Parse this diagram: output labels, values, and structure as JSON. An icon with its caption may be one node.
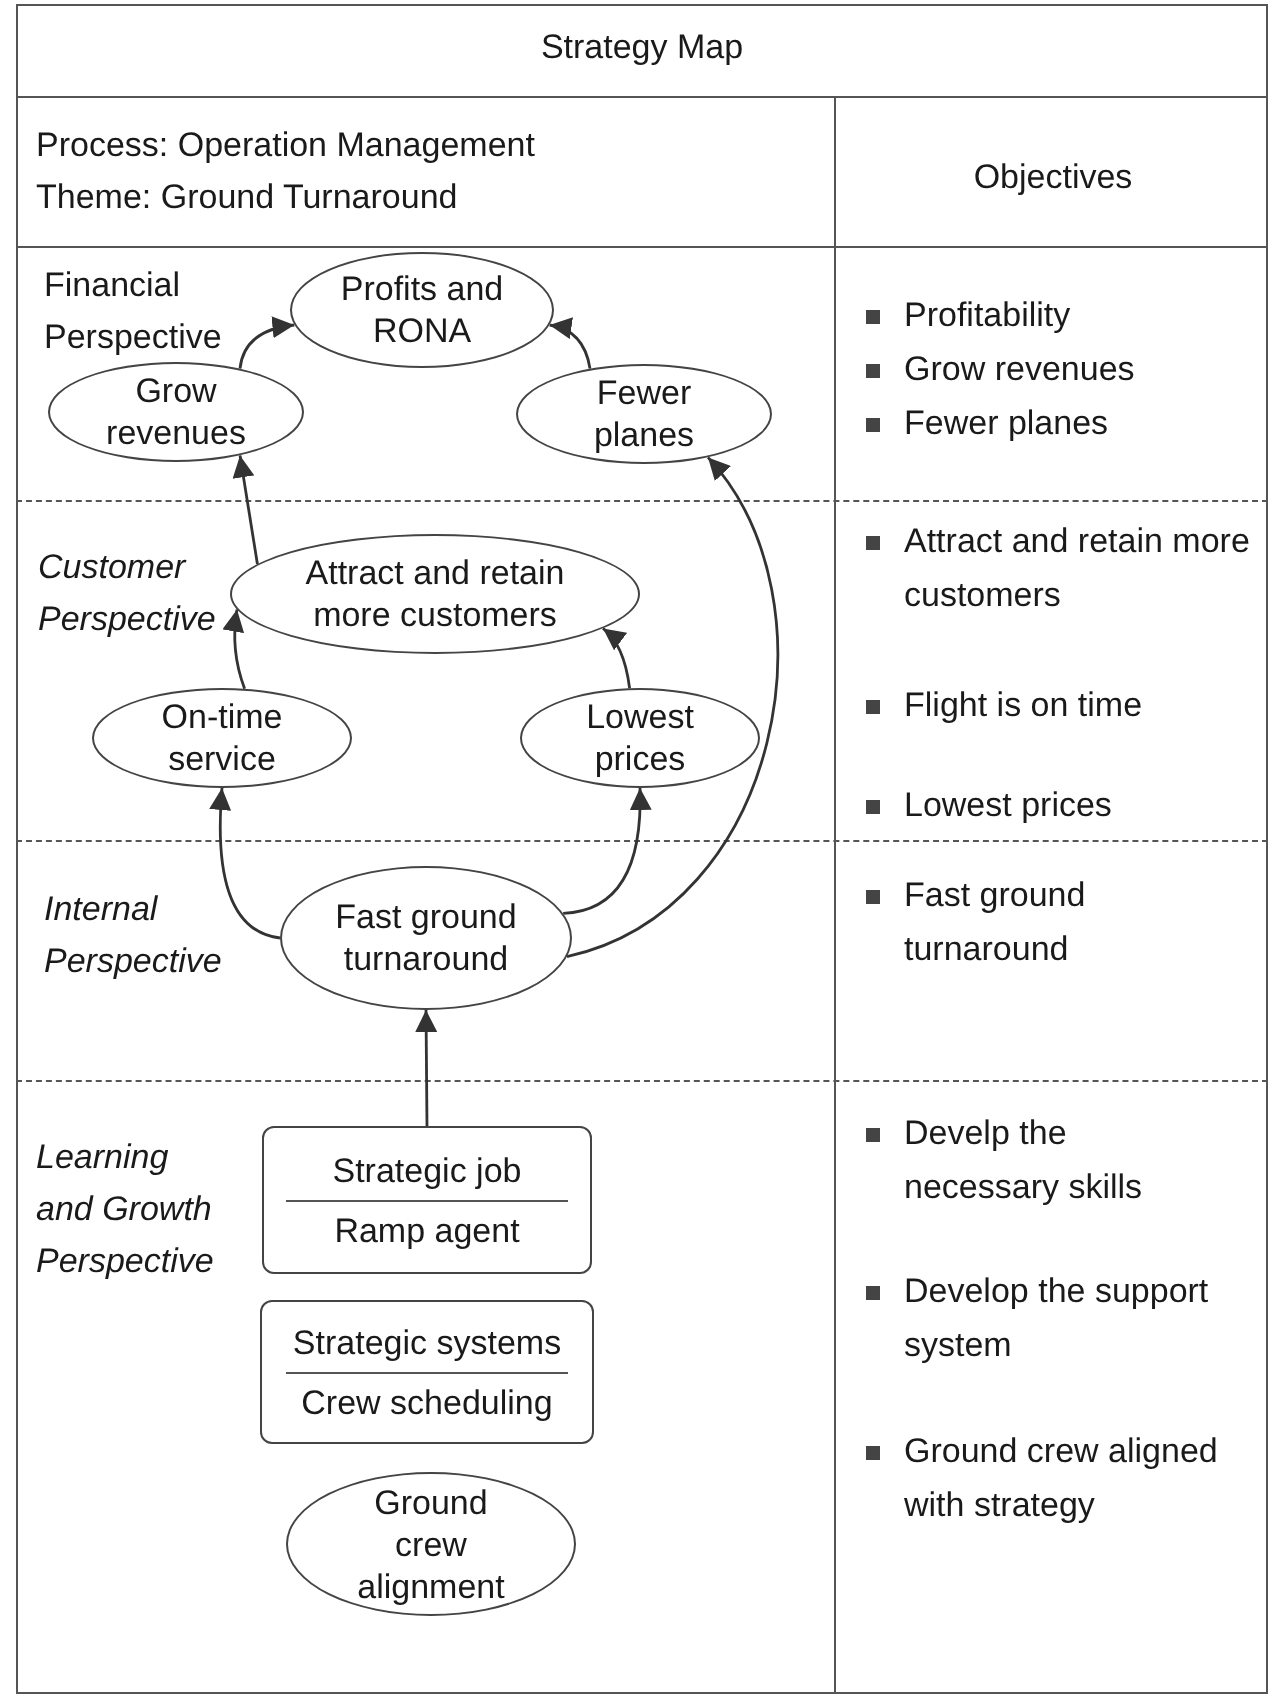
{
  "diagram": {
    "title": "Strategy Map",
    "nodes": [
      {
        "text": [
          "Profits and RONA"
        ]
      },
      {
        "text": [
          "Grow revenues"
        ]
      },
      {
        "text": [
          "Fewer planes"
        ]
      },
      {
        "text": [
          "Attract and retain more customers"
        ]
      },
      {
        "text": [
          "On-time service"
        ]
      },
      {
        "text": [
          "Lowest prices"
        ]
      },
      {
        "text": [
          "Fast ground turnaround"
        ]
      },
      {
        "text": [
          "Strategic job",
          "Ramp agent"
        ]
      },
      {
        "text": [
          "Strategic systems",
          "Crew scheduling"
        ]
      },
      {
        "text": [
          "Ground crew alignment"
        ]
      }
    ],
    "edges": [
      {
        "from": 1,
        "to": 0,
        "arrow": "to"
      },
      {
        "from": 2,
        "to": 0,
        "arrow": "to"
      },
      {
        "from": 3,
        "to": 1,
        "arrow": "to"
      },
      {
        "from": 4,
        "to": 3,
        "arrow": "to"
      },
      {
        "from": 5,
        "to": 3,
        "arrow": "to"
      },
      {
        "from": 6,
        "to": 4,
        "arrow": "to"
      },
      {
        "from": 6,
        "to": 5,
        "arrow": "to"
      },
      {
        "from": 6,
        "to": 2,
        "arrow": "to"
      },
      {
        "from": 7,
        "to": 6,
        "arrow": "to"
      }
    ],
    "labels": [
      "Process: Operation Management",
      "Theme: Ground Turnaround",
      "Objectives",
      "Financial Perspective",
      "Profitability",
      "Grow revenues",
      "Fewer planes",
      "Customer Perspective",
      "Attract and retain more customers",
      "Flight is on time",
      "Lowest prices",
      "Internal Perspective",
      "Fast ground turnaround",
      "Learning and Growth Perspective",
      "Develp the necessary skills",
      "Develop the support system",
      "Ground crew aligned with strategy"
    ]
  }
}
